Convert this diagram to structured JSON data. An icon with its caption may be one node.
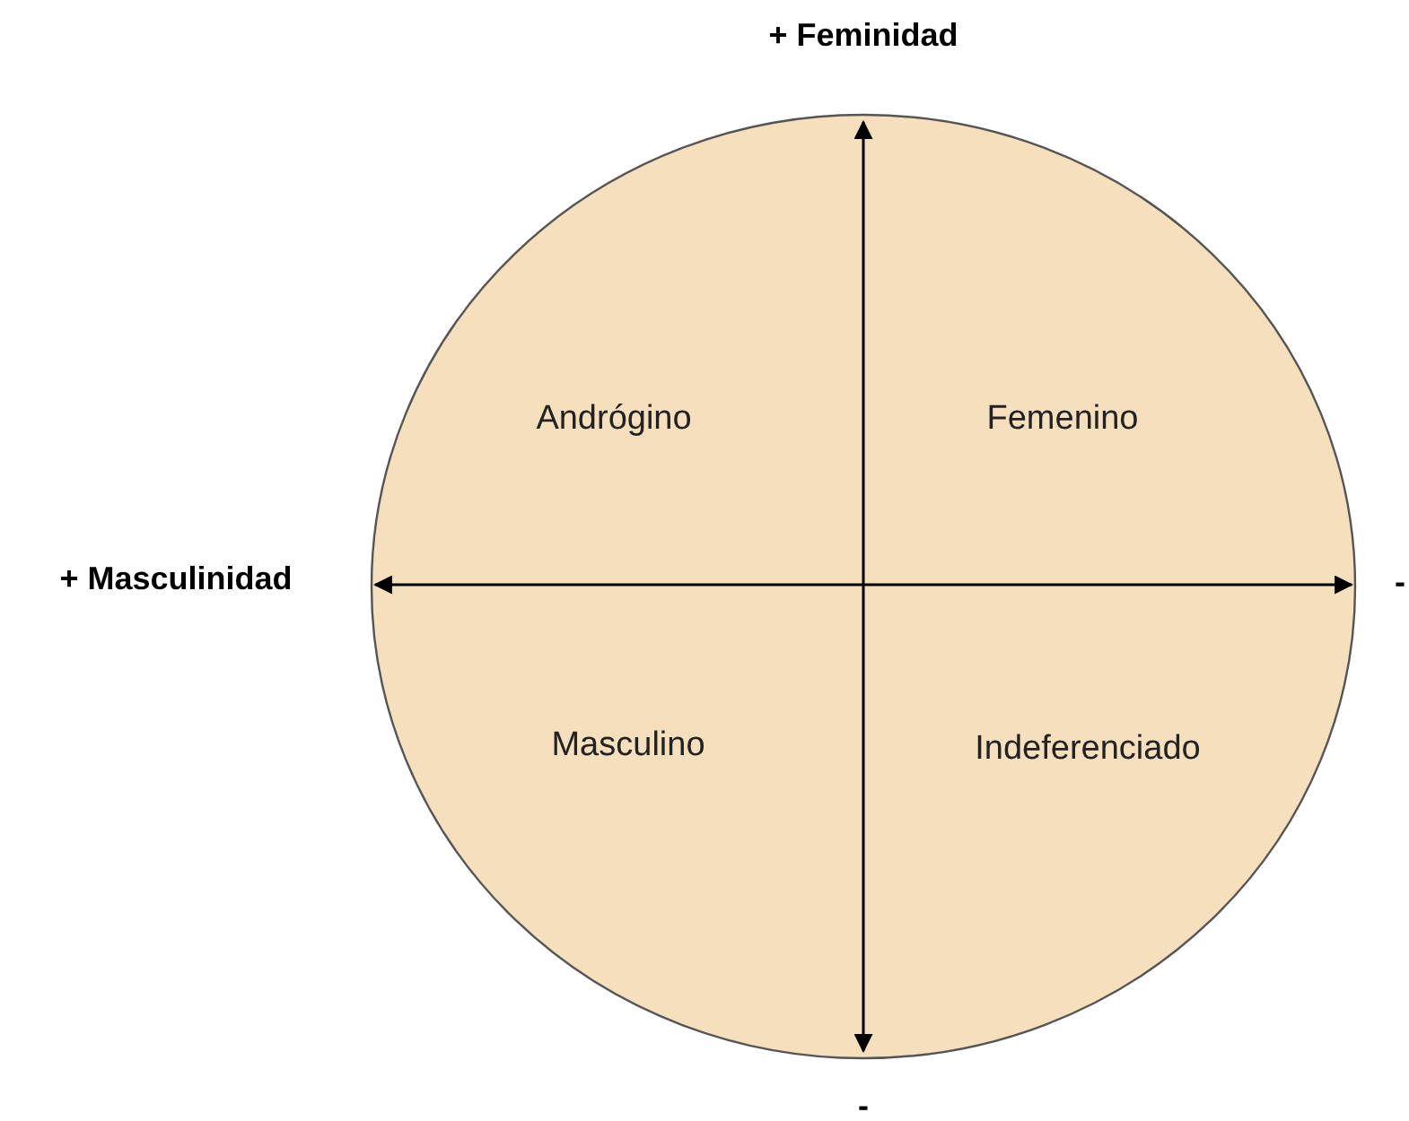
{
  "diagram": {
    "nodes": [
      {
        "text": [],
        "shape": "circle"
      }
    ],
    "labels": [
      "+ Feminidad",
      "Andrógino",
      "Femenino",
      "+ Masculinidad",
      "-",
      "Masculino",
      "Indeferenciado",
      "-"
    ]
  }
}
